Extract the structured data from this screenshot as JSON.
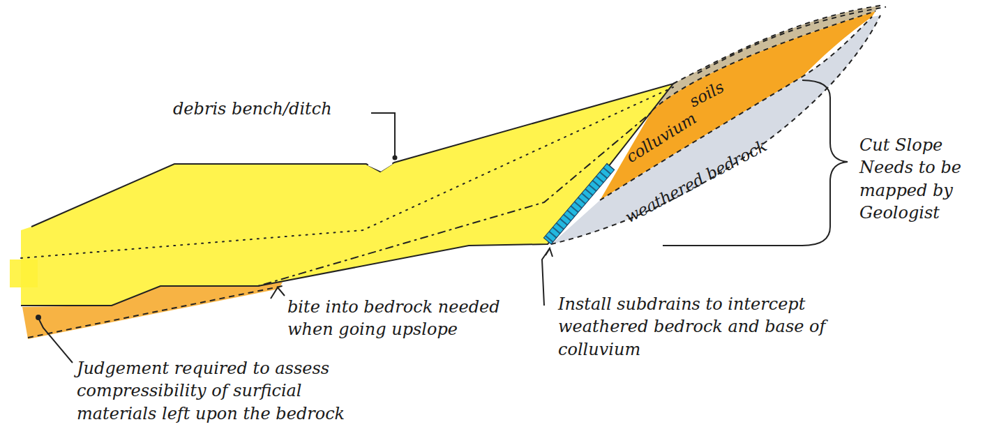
{
  "diagram": {
    "labels": [
      "debris bench/ditch",
      "soils",
      "colluvium",
      "weathered bedrock",
      "Cut Slope Needs to be mapped by Geologist",
      "Install subdrains to intercept weathered bedrock and base of colluvium",
      "bite into bedrock needed when going upslope",
      "Judgement required to assess compressibility of surficial materials left upon the bedrock"
    ]
  }
}
